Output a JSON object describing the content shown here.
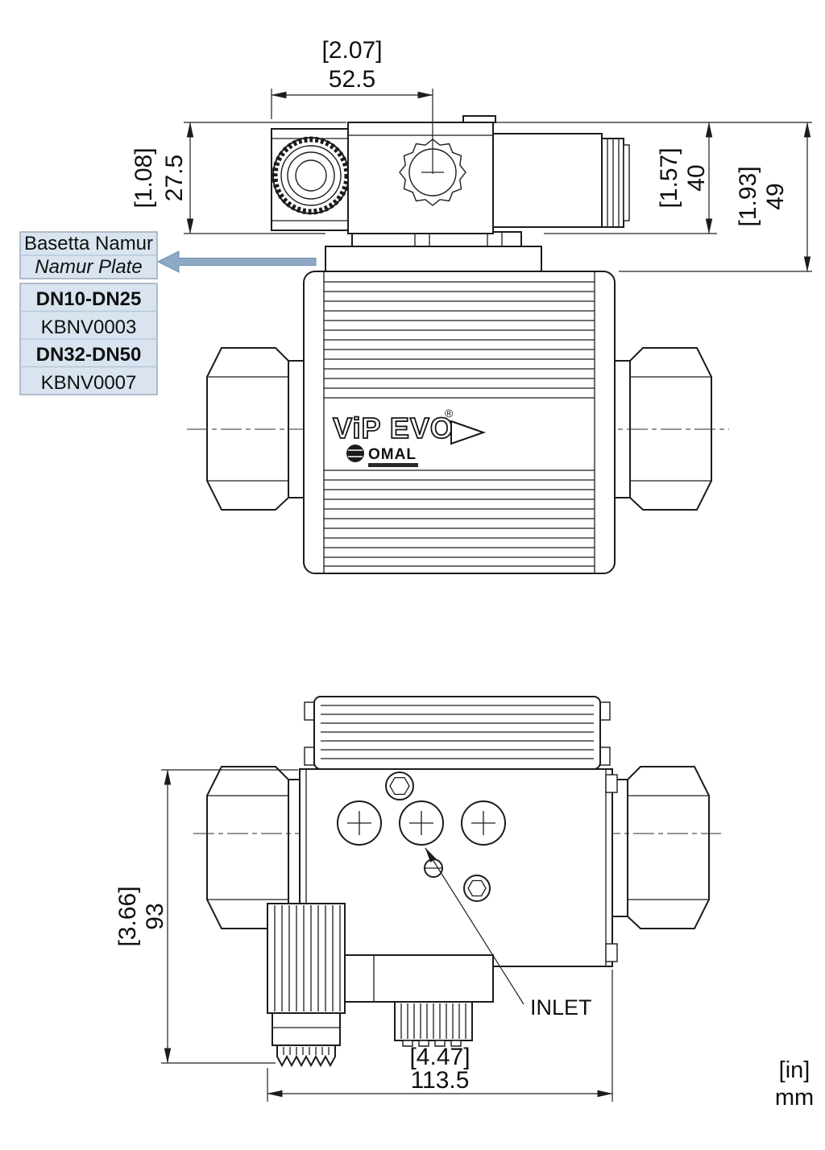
{
  "callout": {
    "name_it": "Basetta Namur",
    "name_en": "Namur Plate",
    "range_1": "DN10-DN25",
    "code_1": "KBNV0003",
    "range_2": "DN32-DN50",
    "code_2": "KBNV0007",
    "bg_color": "#d9e4f0",
    "arrow_color": "#8da9c6"
  },
  "side_view": {
    "dim_width_in": "[2.07]",
    "dim_width_mm": "52.5",
    "dim_body_in": "[1.08]",
    "dim_body_mm": "27.5",
    "dim_pilot_in": "[1.57]",
    "dim_pilot_mm": "40",
    "dim_overall_in": "[1.93]",
    "dim_overall_mm": "49",
    "logo_text": "ViP EVO",
    "logo_reg": "®",
    "brand_text": "OMAL"
  },
  "front_view": {
    "dim_height_in": "[3.66]",
    "dim_height_mm": "93",
    "dim_width_in": "[4.47]",
    "dim_width_mm": "113.5",
    "inlet_label": "INLET"
  },
  "legend": {
    "inches": "[in]",
    "millimeters": "mm"
  }
}
